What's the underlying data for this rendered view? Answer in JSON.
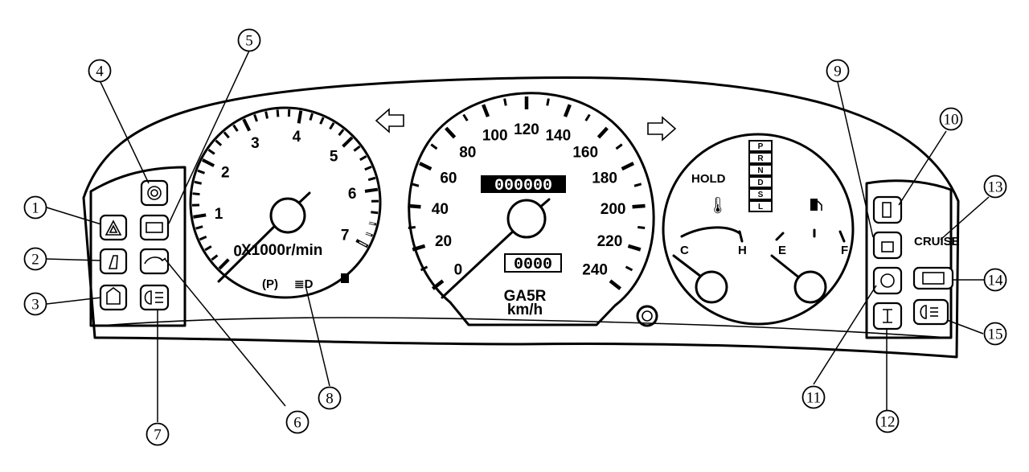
{
  "tachometer": {
    "labels": [
      "0",
      "1",
      "2",
      "3",
      "4",
      "5",
      "6",
      "7"
    ],
    "unit": "X1000r/min",
    "parking_symbol": "(P)",
    "headlight_symbol": "≣D"
  },
  "speedometer": {
    "labels": [
      "0",
      "20",
      "40",
      "60",
      "80",
      "100",
      "120",
      "140",
      "160",
      "180",
      "200",
      "220",
      "240"
    ],
    "odometer": "000000",
    "trip": "0000",
    "model": "GA5R",
    "unit": "km/h"
  },
  "gauges": {
    "hold_label": "HOLD",
    "temp_cold": "C",
    "temp_hot": "H",
    "fuel_empty": "E",
    "fuel_full": "F",
    "gear_positions": [
      "P",
      "R",
      "N",
      "D",
      "S",
      "L"
    ]
  },
  "right_panel": {
    "cruise_label": "CRUISE"
  },
  "callouts": [
    "1",
    "2",
    "3",
    "4",
    "5",
    "6",
    "7",
    "8",
    "9",
    "10",
    "11",
    "12",
    "13",
    "14",
    "15"
  ]
}
